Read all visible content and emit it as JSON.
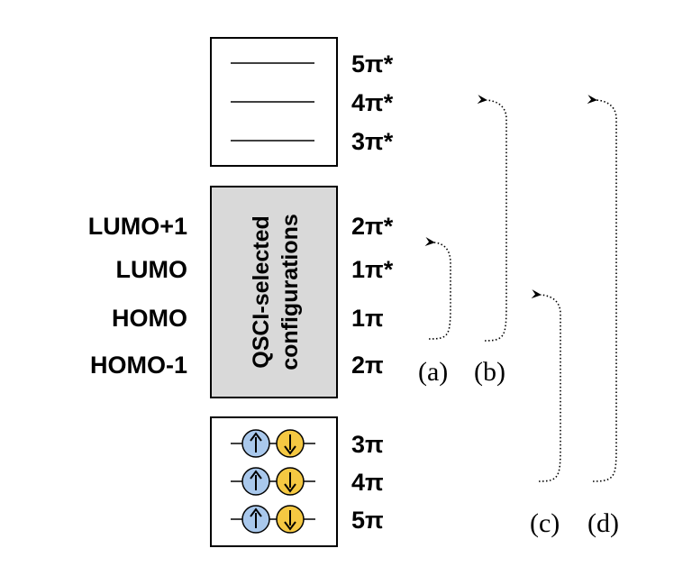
{
  "virtual_orbitals": [
    "5π*",
    "4π*",
    "3π*"
  ],
  "active_space": {
    "box_text": [
      "QSCI-selected",
      "configurations"
    ],
    "left_labels": [
      "LUMO+1",
      "LUMO",
      "HOMO",
      "HOMO-1"
    ],
    "right_labels": [
      "2π*",
      "1π*",
      "1π",
      "2π"
    ]
  },
  "core_orbitals": {
    "labels": [
      "3π",
      "4π",
      "5π"
    ],
    "spin_up_color": "#a9c8ec",
    "spin_down_color": "#f5c842"
  },
  "excitations": [
    {
      "label": "(a)"
    },
    {
      "label": "(b)"
    },
    {
      "label": "(c)"
    },
    {
      "label": "(d)"
    }
  ],
  "colors": {
    "active_box_fill": "#d9d9d9",
    "stroke": "#000000"
  }
}
